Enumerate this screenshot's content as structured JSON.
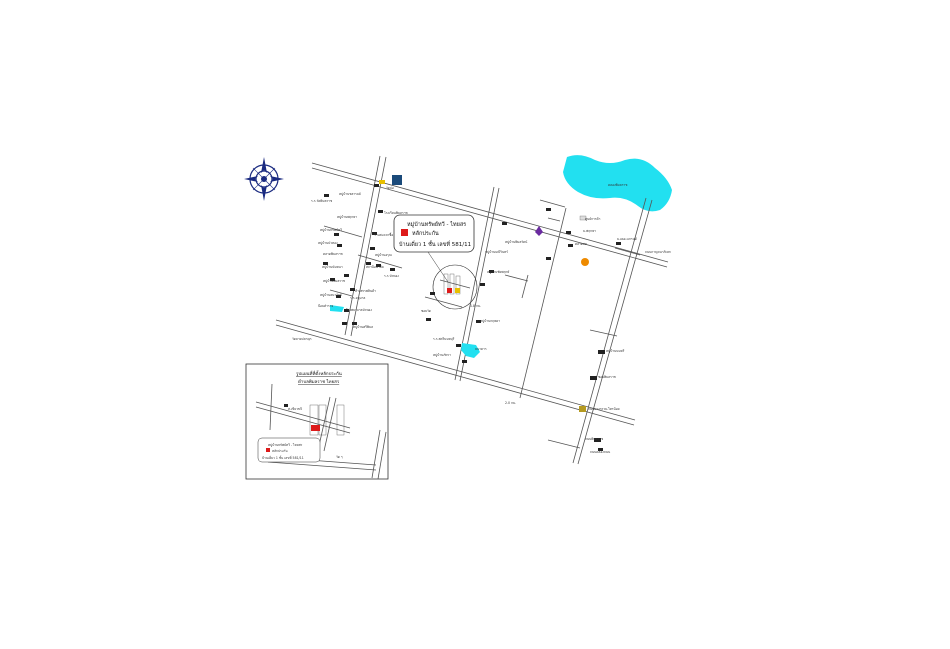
{
  "callout": {
    "line1": "หมู่บ้านทรัพย์ทวี - ไทยสร",
    "line2": "หลักประกัน",
    "line3": "บ้านเดี่ยว 1 ชั้น เลขที่ 581/11"
  },
  "inset": {
    "title_1": "รูปแผนที่ที่ตั้งหลักประกัน",
    "title_2": "ตำบลพิมลราช ไทยสร",
    "callout_line1": "หมู่บ้านทรัพย์ทวี - ไทยสร",
    "callout_line2": "หลักประกัน",
    "callout_line3": "บ้านเดี่ยว 1 ชั้น เลขที่ 581/11",
    "label_a": "ส.เขียวขจี",
    "label_b": "วัด ๆ"
  },
  "labels": [
    {
      "id": "canal",
      "text": "คลองพิมลราช"
    },
    {
      "id": "l1",
      "text": "หมู่บ้านชลารมย์"
    },
    {
      "id": "l2",
      "text": "ร.ร.วัดพิมลราช"
    },
    {
      "id": "l3",
      "text": "วัดบ่อ"
    },
    {
      "id": "l4",
      "text": "หมู่บ้านพฤกษา"
    },
    {
      "id": "l5",
      "text": "โรงเรียนพิมลราช"
    },
    {
      "id": "l6",
      "text": "หมู่บ้านทรัพย์ทวี"
    },
    {
      "id": "l7",
      "text": "ร้านสะดวกซื้อ"
    },
    {
      "id": "l8",
      "text": "หมู่บ้านบัวทอง"
    },
    {
      "id": "l9",
      "text": "หมู่บ้านอรุณ"
    },
    {
      "id": "l10",
      "text": "ตลาดพิมลราช"
    },
    {
      "id": "l11",
      "text": "สถานีอนามัย"
    },
    {
      "id": "l12",
      "text": "หมู่บ้านนันทนา"
    },
    {
      "id": "l13",
      "text": "ร.ร.บัวทอง"
    },
    {
      "id": "l14",
      "text": "หมู่บ้านพิมลราช"
    },
    {
      "id": "l15",
      "text": "ห้างสรรพสินค้า"
    },
    {
      "id": "l16",
      "text": "หมู่บ้านธนาวัลย์"
    },
    {
      "id": "l17",
      "text": "ร.ร.อนุบาล"
    },
    {
      "id": "l18",
      "text": "โรงพยาบาลบัวทอง"
    },
    {
      "id": "l19",
      "text": "ป้อมตำรวจ"
    },
    {
      "id": "l20",
      "text": "หมู่บ้านศรีพิมล"
    },
    {
      "id": "l21",
      "text": "วัดลาดปลาดุก"
    },
    {
      "id": "l22",
      "text": "ซอยวัด"
    },
    {
      "id": "l23",
      "text": "หมู่บ้านกฤษดา"
    },
    {
      "id": "l24",
      "text": "ร.ร.สตรีนนทบุรี"
    },
    {
      "id": "l25",
      "text": "ธนาคาร"
    },
    {
      "id": "l26",
      "text": "หมู่บ้านภัทรา"
    },
    {
      "id": "l27",
      "text": "หมู่บ้านมณีรินทร์"
    },
    {
      "id": "l28",
      "text": "หมู่บ้านชัยพฤกษ์"
    },
    {
      "id": "l29",
      "text": "หมู่บ้านพิมลรัตน์"
    },
    {
      "id": "l30",
      "text": "ถนนกาญจนาภิเษก"
    },
    {
      "id": "l31",
      "text": "ศูนย์การค้า"
    },
    {
      "id": "l32",
      "text": "ม.พฤกษา"
    },
    {
      "id": "l33",
      "text": "ตลาดสด"
    },
    {
      "id": "l34",
      "text": "ม.เดอะแกรนด์"
    },
    {
      "id": "l35",
      "text": "หมู่บ้านนนทรี"
    },
    {
      "id": "l36",
      "text": "ซอยพิมลราช"
    },
    {
      "id": "l37",
      "text": "ถนนบางกรวย-ไทรน้อย"
    },
    {
      "id": "l38",
      "text": "ถนนพิมลราช"
    },
    {
      "id": "l39",
      "text": "ถนนคลองถนน"
    },
    {
      "id": "l40",
      "text": "2.0 กม."
    },
    {
      "id": "l41",
      "text": "1.8 กม."
    }
  ],
  "colors": {
    "water": "#22e0f0",
    "target": "#dd1a1a",
    "marker": "#e8c000",
    "compass": "#1a2a80"
  }
}
